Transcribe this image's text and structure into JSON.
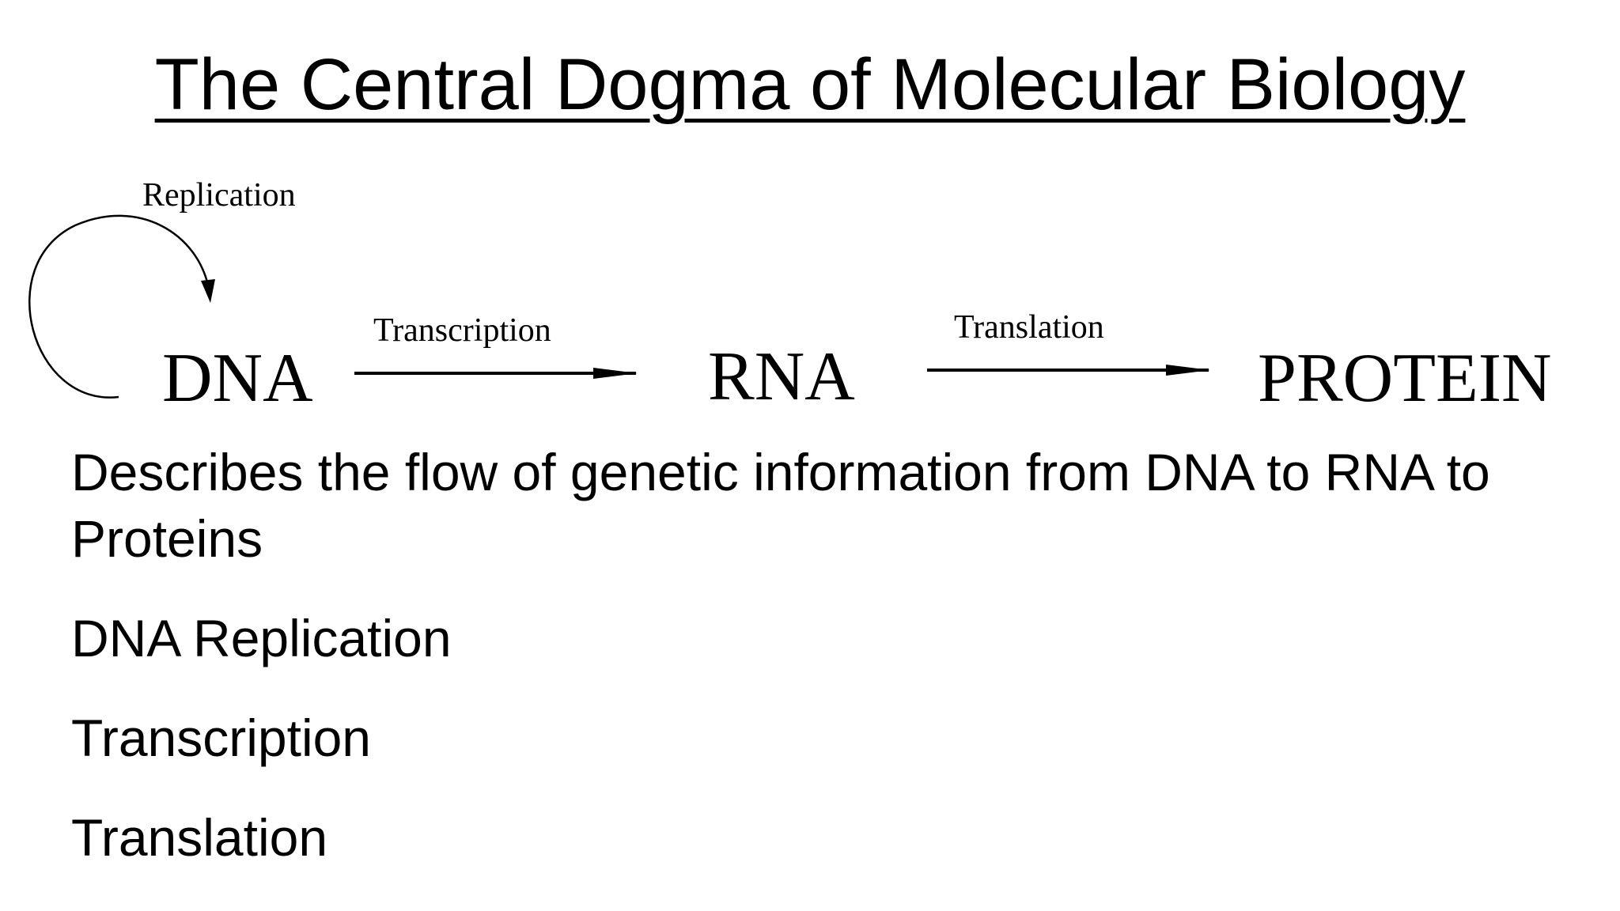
{
  "slide": {
    "title": "The Central Dogma of Molecular Biology",
    "diagram": {
      "replication_label": "Replication",
      "nodes": {
        "dna": "DNA",
        "rna": "RNA",
        "protein": "PROTEIN"
      },
      "arrows": {
        "transcription": "Transcription",
        "translation": "Translation"
      }
    },
    "bullets": [
      "Describes the flow of genetic information from DNA to RNA to Proteins",
      "DNA Replication",
      "Transcription",
      "Translation"
    ]
  },
  "colors": {
    "background": "#ffffff",
    "text": "#000000"
  }
}
